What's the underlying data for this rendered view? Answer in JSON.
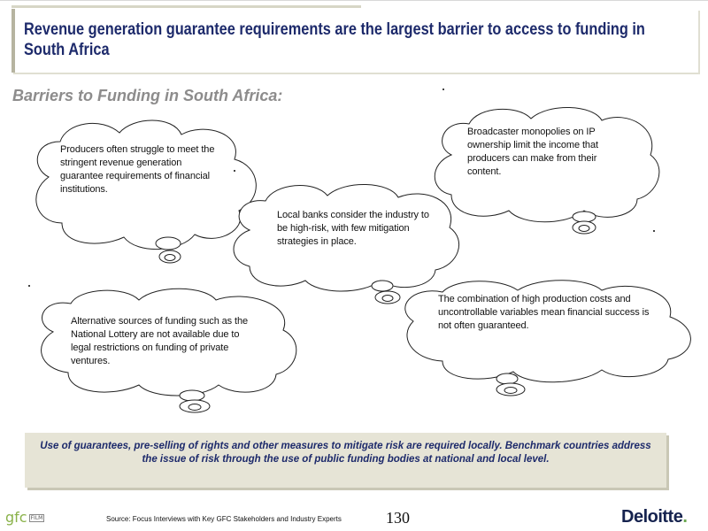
{
  "title": "Revenue generation guarantee requirements are the largest barrier to access to funding in South Africa",
  "subtitle": "Barriers to Funding in South Africa:",
  "clouds": [
    {
      "text": "Producers often struggle to meet the stringent revenue generation guarantee requirements of financial institutions."
    },
    {
      "text": "Broadcaster monopolies on IP ownership limit the income that producers can make from their content."
    },
    {
      "text": "Local banks consider the industry to be high-risk, with few mitigation strategies in place."
    },
    {
      "text": "The combination of high production costs and uncontrollable variables mean financial success is not often guaranteed."
    },
    {
      "text": "Alternative sources of funding such as the National Lottery are not available due to legal restrictions on funding of private ventures."
    }
  ],
  "summary": "Use of guarantees, pre-selling of rights and other measures to mitigate risk are required locally. Benchmark countries address the issue of risk through the use of public funding bodies at national and local level.",
  "footer": {
    "logo_text": "gfc",
    "logo_badge": "FILM",
    "source": "Source: Focus Interviews with Key GFC Stakeholders and Industry Experts",
    "page_number": "130",
    "brand": "Deloitte",
    "brand_dot": "."
  }
}
